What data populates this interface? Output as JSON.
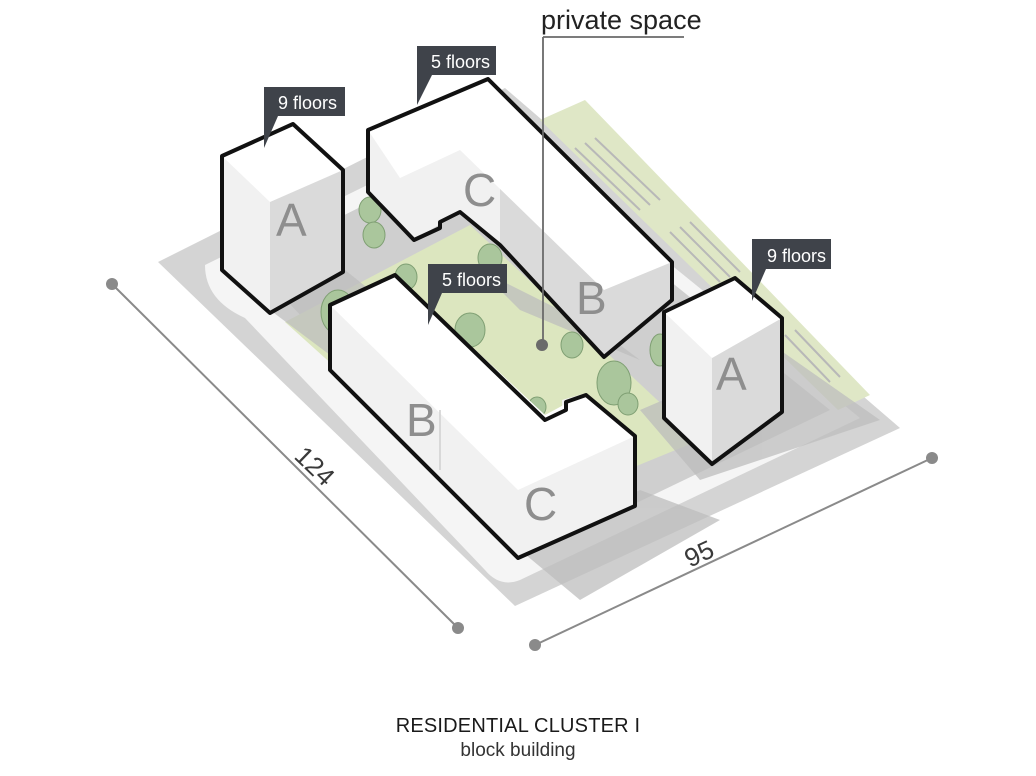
{
  "labels": {
    "private_space": "private space",
    "floors_a_left": "9 floors",
    "floors_c_top": "5 floors",
    "floors_b_front": "5 floors",
    "floors_a_right": "9 floors"
  },
  "buildings": {
    "a_left": "A",
    "c_back": "C",
    "b_back": "B",
    "b_front": "B",
    "c_front": "C",
    "a_right": "A"
  },
  "dimensions": {
    "length": "124",
    "width": "95"
  },
  "caption": {
    "title": "RESIDENTIAL CLUSTER I",
    "subtitle": "block building"
  },
  "colors": {
    "site": "#d2d2d2",
    "road": "#f4f4f4",
    "green": "#dde6c3",
    "roof": "#ffffff",
    "wall_light": "#f2f2f2",
    "wall_dark": "#d9d9d9",
    "outline": "#111111",
    "tag": "#3f434a",
    "tree": "#a9c49b"
  }
}
